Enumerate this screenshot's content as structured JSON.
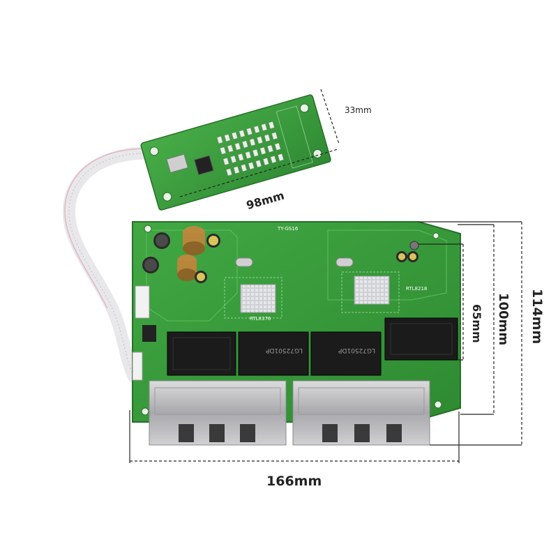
{
  "dimensions": {
    "led_width": "98mm",
    "led_height": "33mm",
    "board_width": "166mm",
    "board_height_total": "114mm",
    "board_height_mid": "100mm",
    "board_height_inner": "65mm"
  },
  "chip_labels": {
    "switch_chip_main": "RTL8376",
    "switch_chip_secondary": "RTL8218",
    "board_marking": "TY-GS16"
  },
  "transformer_labels": [
    "LG72501DP",
    "LG72501DP"
  ],
  "colors": {
    "pcb": "#3a9a3a",
    "pcb_dark": "#2c7d2e",
    "heatsink": "#c8c8cc",
    "transformer": "#1a1a1a",
    "rj45_metal": "#b9b9bb",
    "dimension_line": "#222222"
  }
}
